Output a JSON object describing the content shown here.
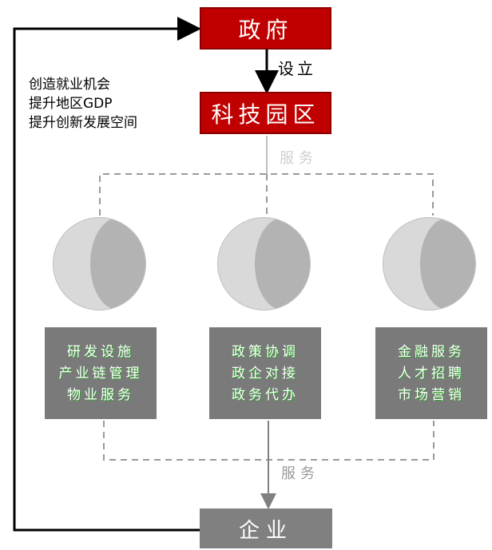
{
  "government": {
    "label": "政府"
  },
  "edge_setup": {
    "label": "设立"
  },
  "park": {
    "label": "科技园区"
  },
  "benefits": [
    "创造就业机会",
    "提升地区GDP",
    "提升创新发展空间"
  ],
  "edge_service_top": {
    "label": "服务"
  },
  "edge_service_bottom": {
    "label": "服务"
  },
  "panels": [
    {
      "lines": [
        "研发设施",
        "产业链管理",
        "物业服务"
      ]
    },
    {
      "lines": [
        "政策协调",
        "政企对接",
        "政务代办"
      ]
    },
    {
      "lines": [
        "金融服务",
        "人才招聘",
        "市场营销"
      ]
    }
  ],
  "bottom": {
    "label": "企业"
  },
  "colors": {
    "government_fill": "#c00000",
    "panel_fill": "#7a7a7a",
    "connector": "#808080"
  }
}
